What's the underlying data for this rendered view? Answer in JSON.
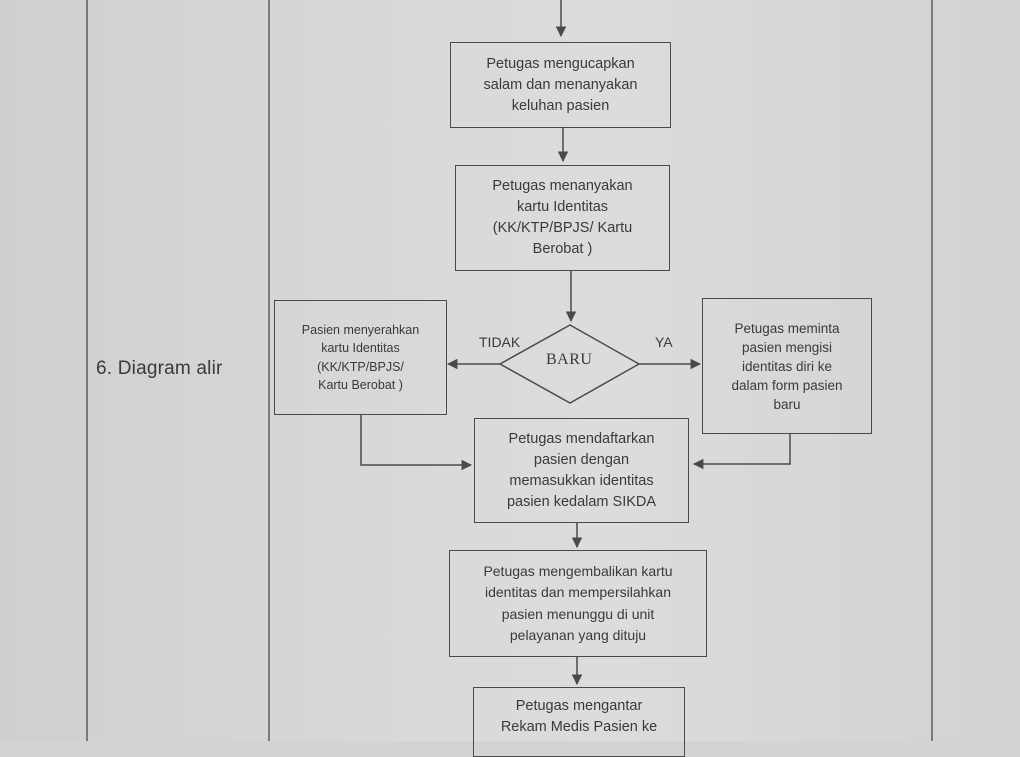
{
  "section_label": "6. Diagram alir",
  "boxes": {
    "greet": "Petugas mengucapkan\nsalam dan menanyakan\nkeluhan pasien",
    "ask_id": "Petugas menanyakan\nkartu Identitas\n(KK/KTP/BPJS/ Kartu\nBerobat )",
    "patient_give": "Pasien menyerahkan\nkartu Identitas\n(KK/KTP/BPJS/\nKartu Berobat )",
    "fill_form": "Petugas meminta\npasien mengisi\nidentitas diri ke\ndalam form pasien\nbaru",
    "register": "Petugas mendaftarkan\npasien dengan\nmemasukkan identitas\npasien kedalam SIKDA",
    "return_card": "Petugas mengembalikan kartu\nidentitas dan mempersilahkan\npasien menunggu di unit\npelayanan yang dituju",
    "deliver": "Petugas mengantar\nRekam Medis Pasien ke"
  },
  "decision": {
    "label": "BARU",
    "no_label": "TIDAK",
    "yes_label": "YA"
  }
}
